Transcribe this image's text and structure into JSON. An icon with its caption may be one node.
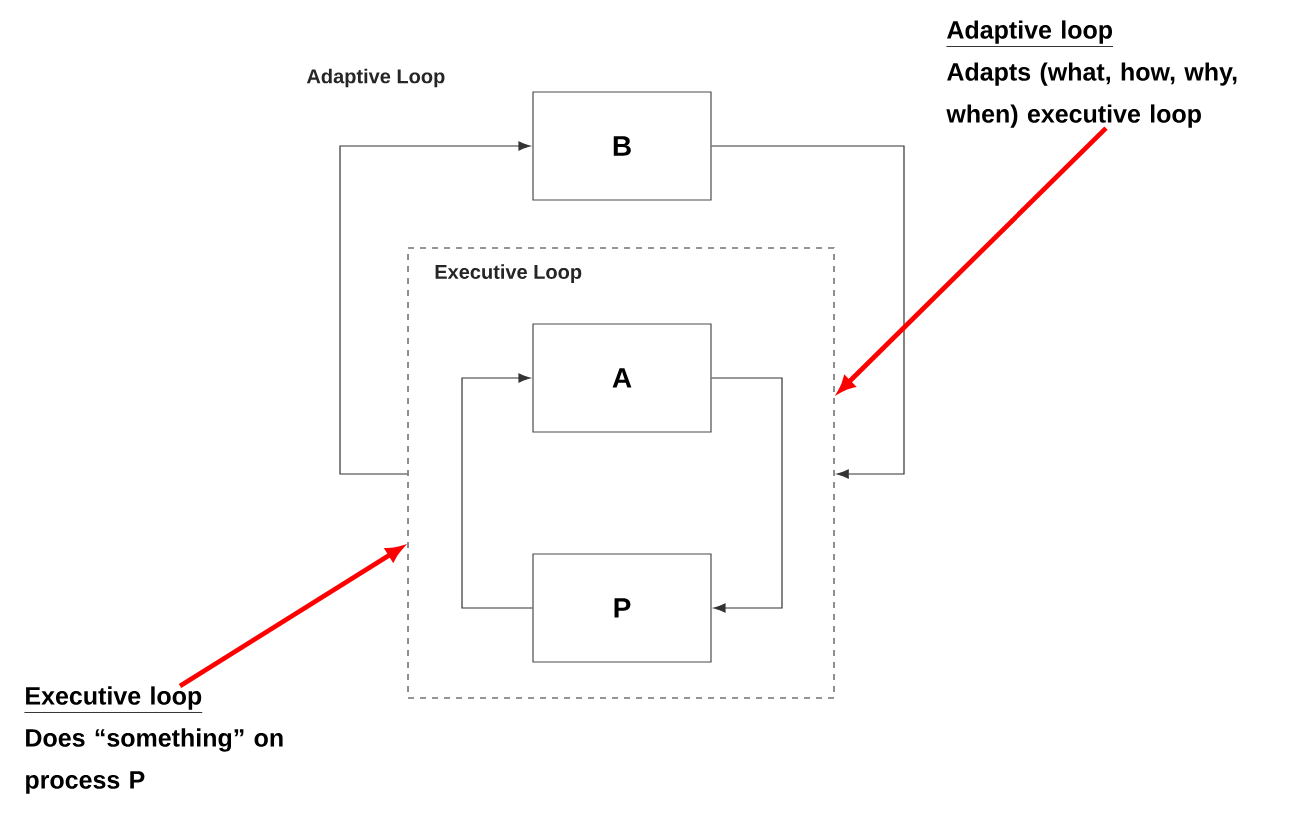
{
  "diagram": {
    "nodes": [
      {
        "text": [
          "Executive Loop"
        ]
      },
      {
        "text": [
          "A"
        ],
        "in": 0
      },
      {
        "text": [
          "P"
        ],
        "in": 0
      },
      {
        "text": [
          "B"
        ]
      },
      {
        "text": [
          "Adaptive loop",
          "Adapts (what, how, why, when) executive loop"
        ]
      },
      {
        "text": [
          "Executive loop",
          "Does “something” on process P"
        ]
      }
    ],
    "edges": [
      {
        "from": 1,
        "to": 2,
        "arrow": "to"
      },
      {
        "from": 2,
        "to": 1,
        "arrow": "to"
      },
      {
        "from": 0,
        "to": 3,
        "arrow": "to"
      },
      {
        "from": 3,
        "to": 0,
        "arrow": "to"
      },
      {
        "from": 4,
        "to": 0,
        "arrow": "to",
        "style": "thick",
        "color": "#ff0000"
      },
      {
        "from": 5,
        "to": 0,
        "arrow": "to",
        "style": "thick",
        "color": "#ff0000"
      }
    ],
    "labels": [
      "Adaptive Loop"
    ]
  }
}
